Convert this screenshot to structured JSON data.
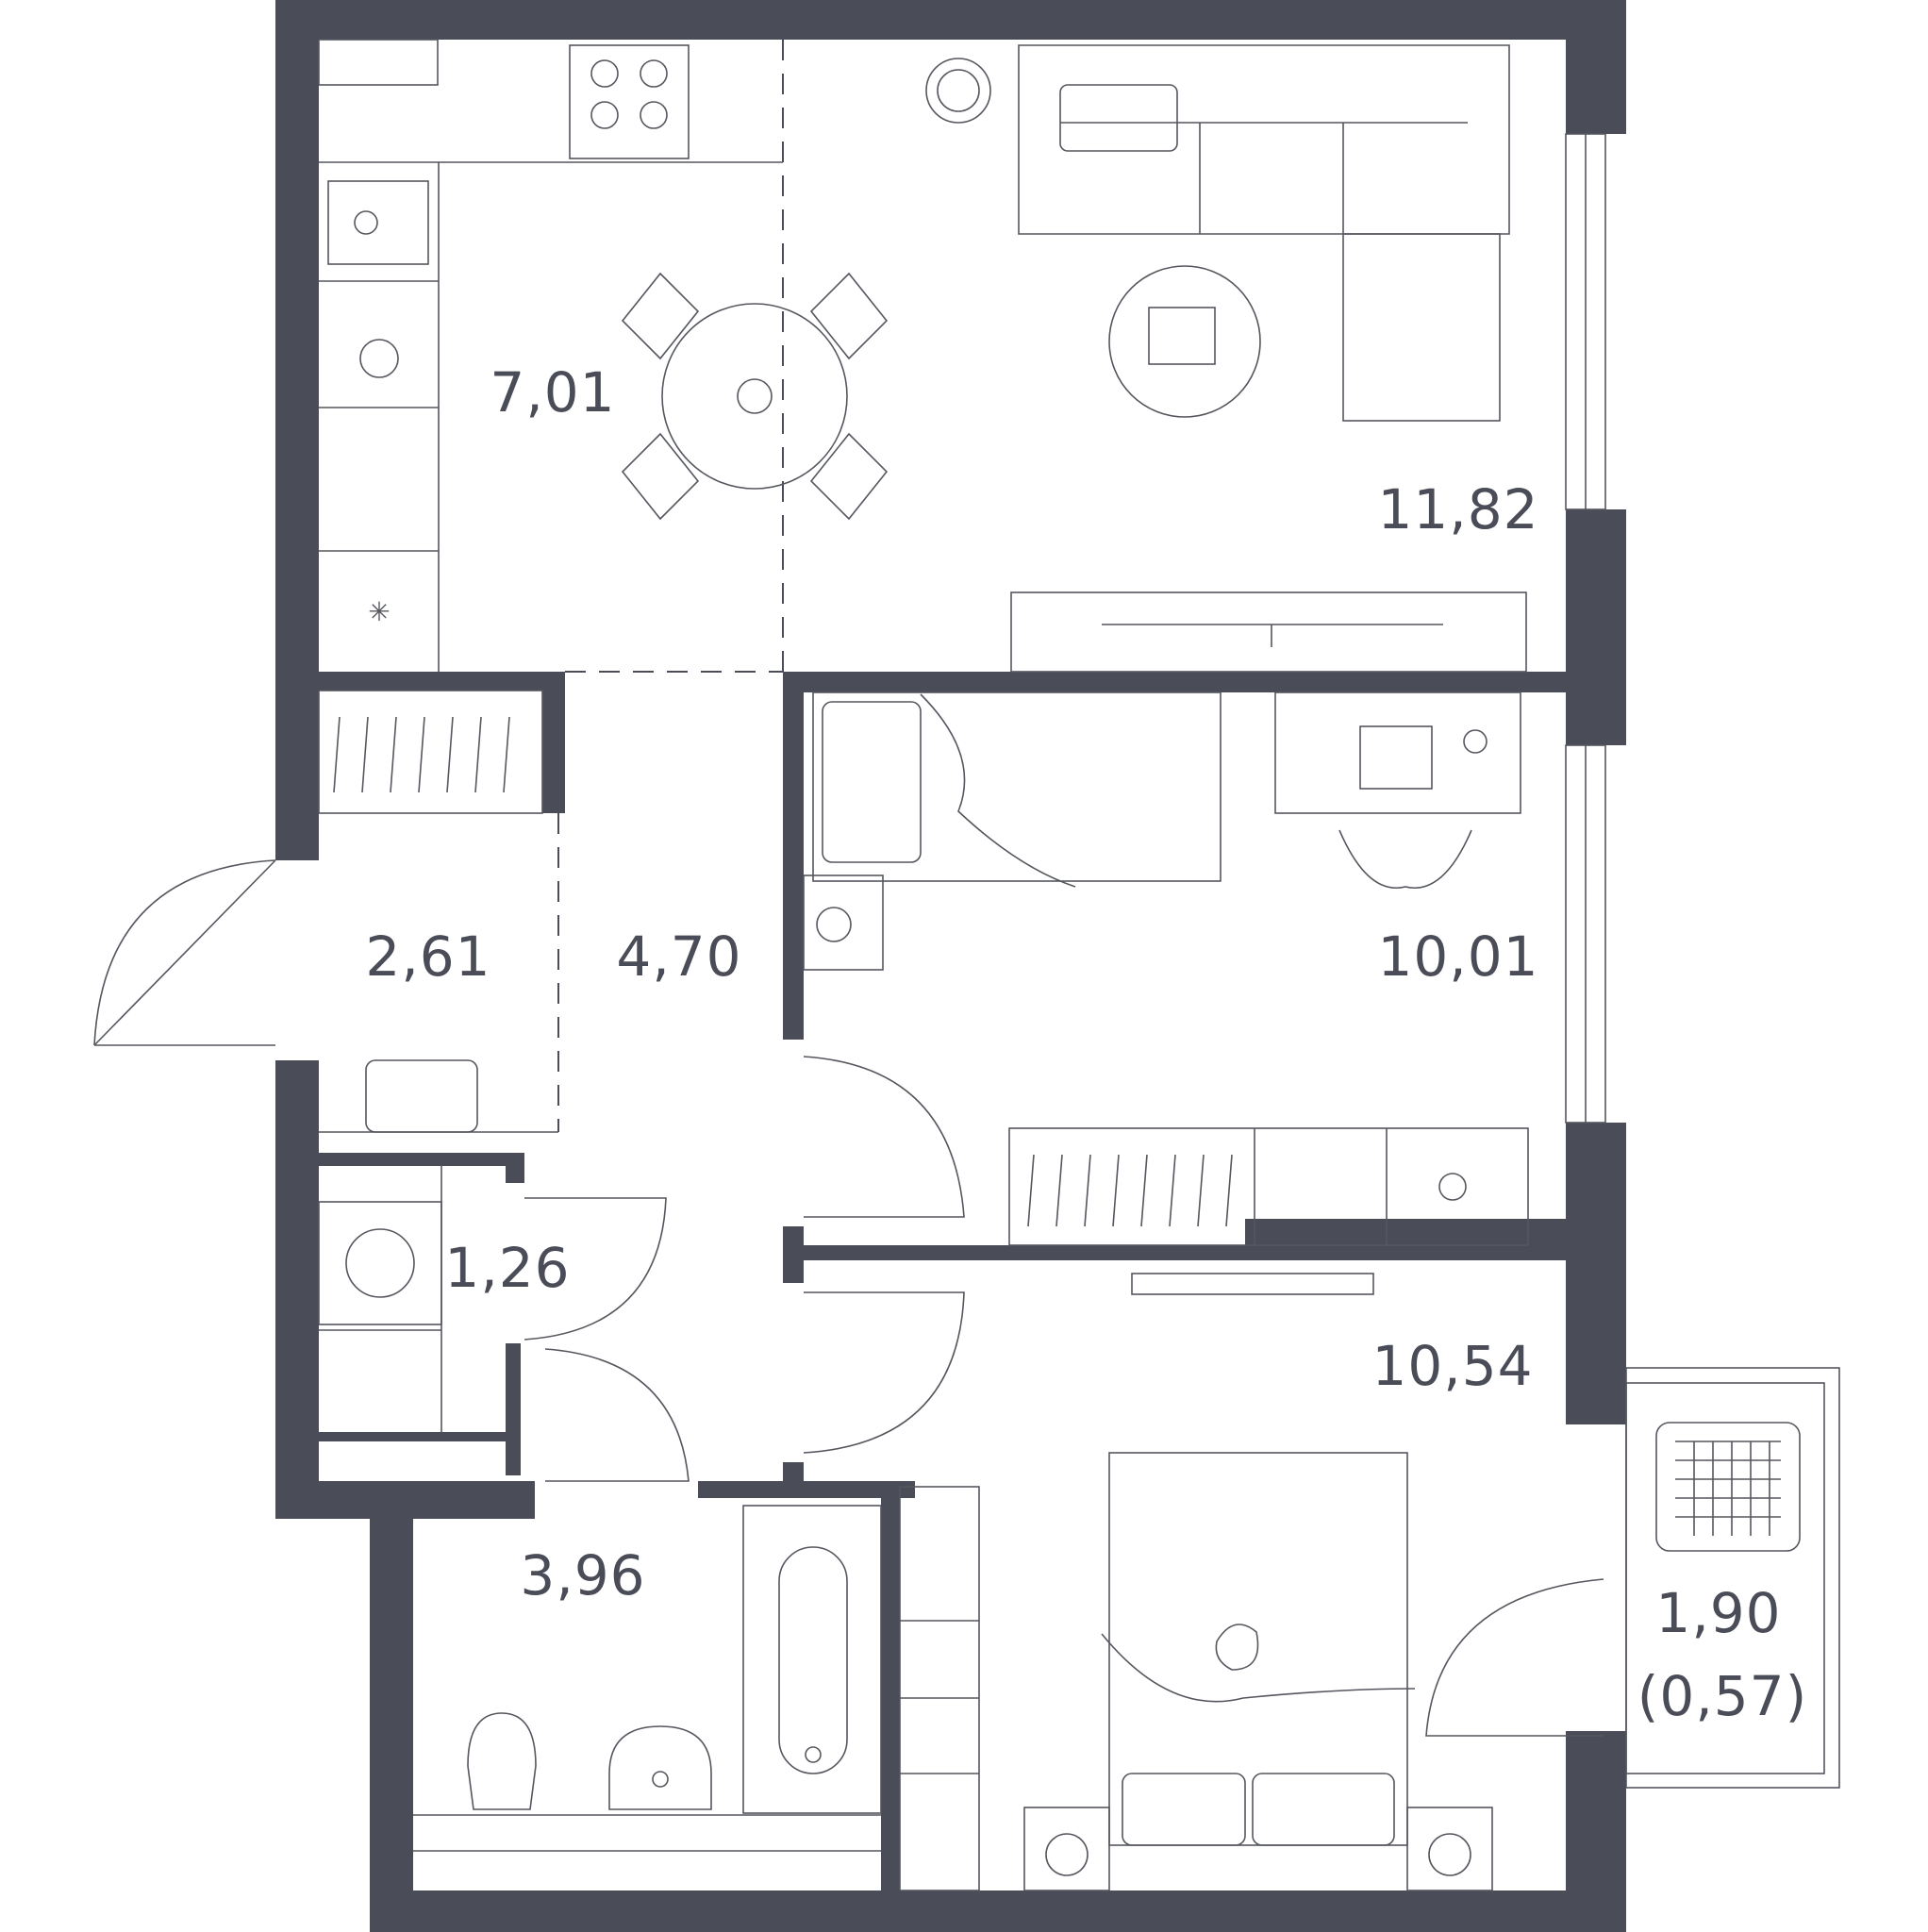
{
  "plan": {
    "rooms": [
      {
        "id": "kitchen",
        "area": "7,01"
      },
      {
        "id": "living-room",
        "area": "11,82"
      },
      {
        "id": "hall",
        "area": "2,61"
      },
      {
        "id": "corridor",
        "area": "4,70"
      },
      {
        "id": "bedroom-1",
        "area": "10,01"
      },
      {
        "id": "wardrobe",
        "area": "1,26"
      },
      {
        "id": "bedroom-2",
        "area": "10,54"
      },
      {
        "id": "bathroom",
        "area": "3,96"
      },
      {
        "id": "balcony",
        "area": "1,90",
        "reduced_area": "(0,57)"
      }
    ]
  },
  "colors": {
    "walls": "#4a4c57",
    "lines": "#55575f",
    "background": "#ffffff"
  }
}
